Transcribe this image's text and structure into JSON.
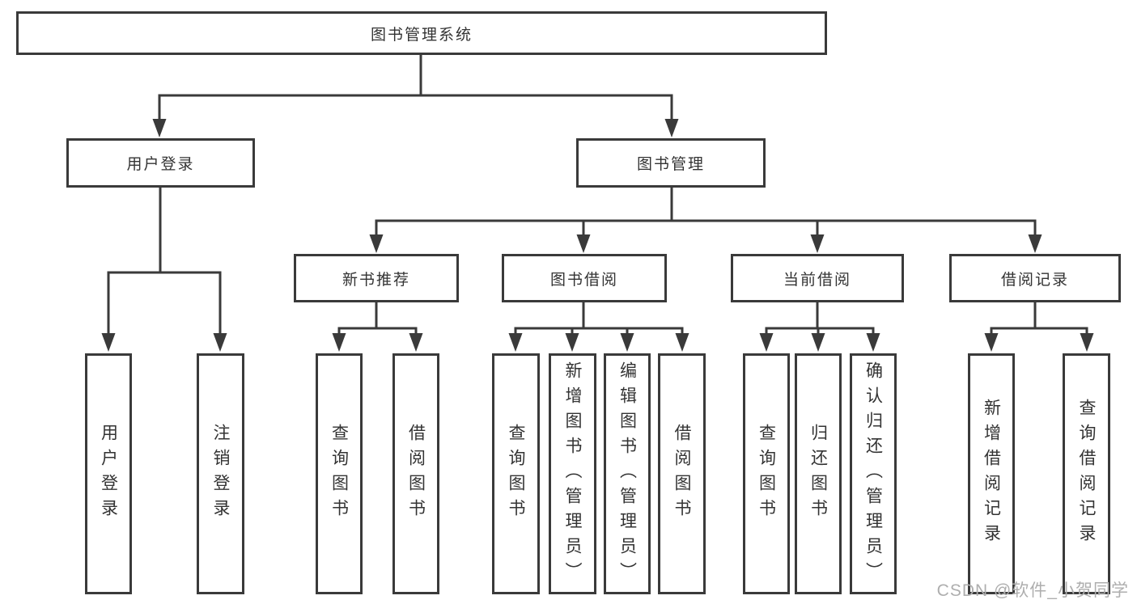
{
  "tree": {
    "label": "图书管理系统",
    "children": [
      {
        "label": "用户登录",
        "children": [
          {
            "label": "用户登录"
          },
          {
            "label": "注销登录"
          }
        ]
      },
      {
        "label": "图书管理",
        "children": [
          {
            "label": "新书推荐",
            "children": [
              {
                "label": "查询图书"
              },
              {
                "label": "借阅图书"
              }
            ]
          },
          {
            "label": "图书借阅",
            "children": [
              {
                "label": "查询图书"
              },
              {
                "label": "新增图书（管理员）"
              },
              {
                "label": "编辑图书（管理员）"
              },
              {
                "label": "借阅图书"
              }
            ]
          },
          {
            "label": "当前借阅",
            "children": [
              {
                "label": "查询图书"
              },
              {
                "label": "归还图书"
              },
              {
                "label": "确认归还（管理员）"
              }
            ]
          },
          {
            "label": "借阅记录",
            "children": [
              {
                "label": "新增借阅记录"
              },
              {
                "label": "查询借阅记录"
              }
            ]
          }
        ]
      }
    ]
  },
  "watermark": {
    "text": "CSDN @软件_小贺同学"
  },
  "colors": {
    "line": "#3a3a3a",
    "text": "#333333",
    "box_background": "#ffffff",
    "watermark": "#aeaeae"
  }
}
